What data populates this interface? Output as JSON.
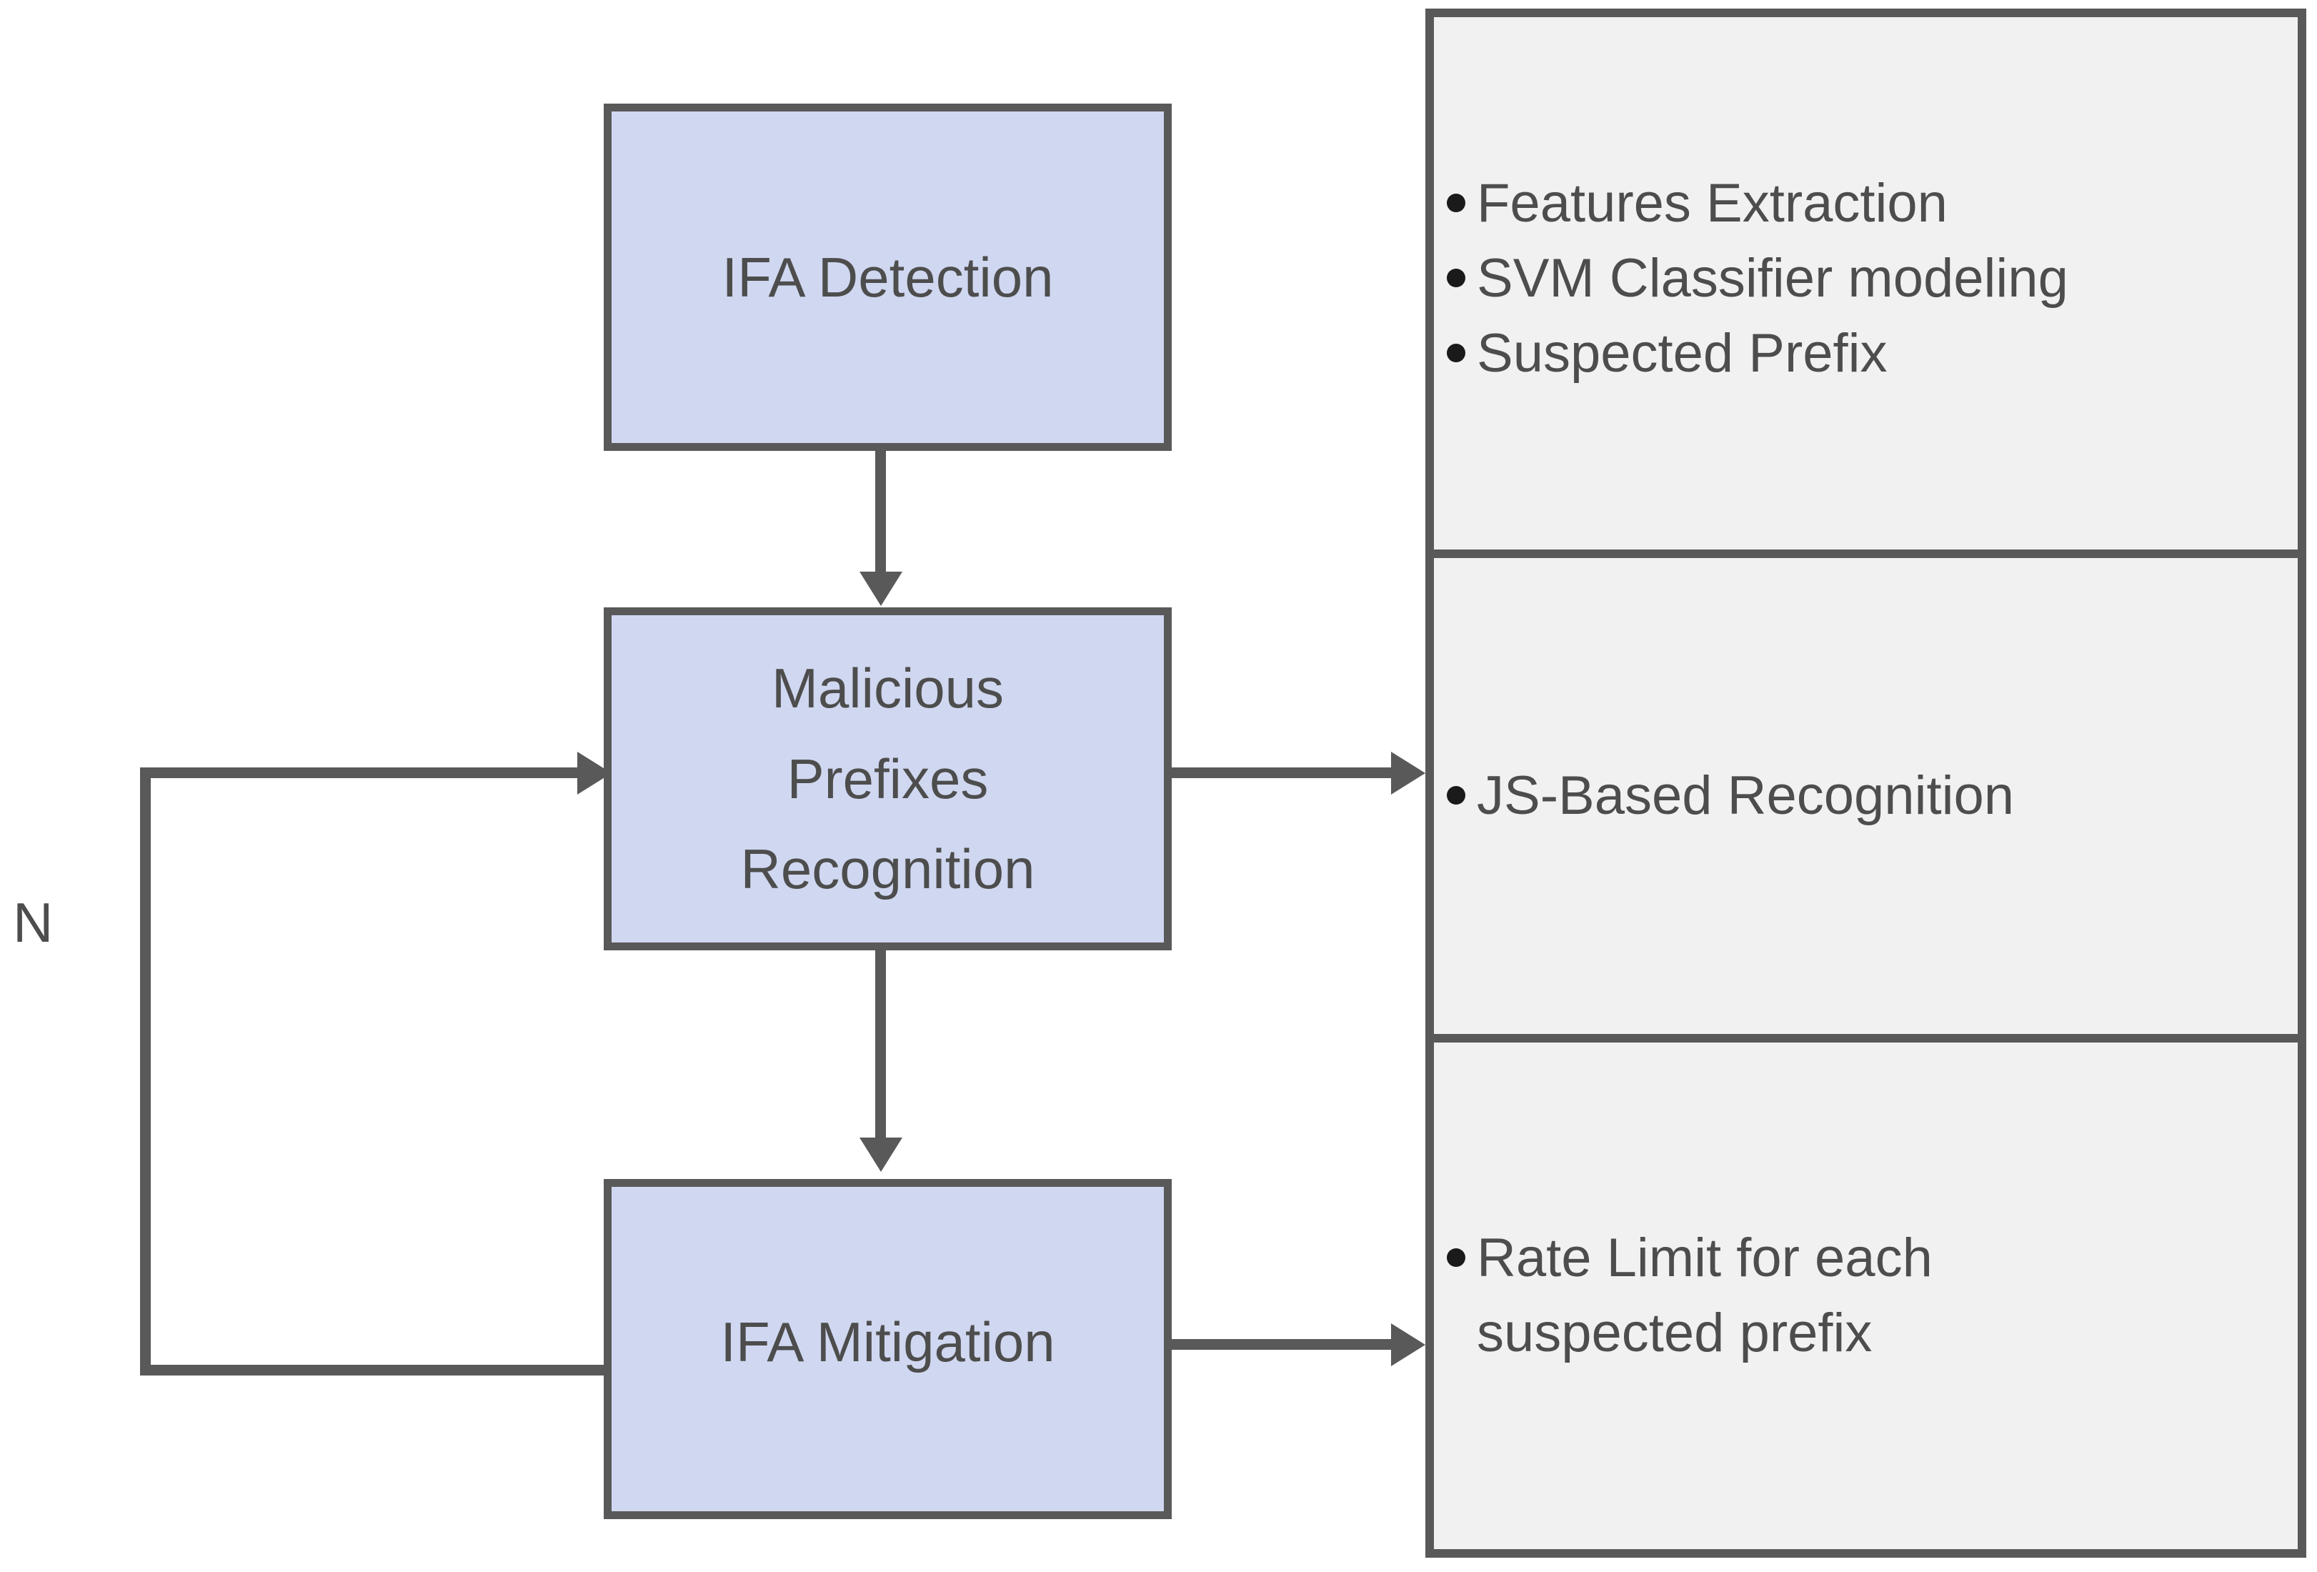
{
  "diagram": {
    "stages": [
      {
        "id": "detection",
        "label": "IFA Detection"
      },
      {
        "id": "recognition",
        "label": "Malicious\nPrefixes\nRecognition"
      },
      {
        "id": "mitigation",
        "label": "IFA Mitigation"
      }
    ],
    "details": [
      {
        "id": "detection-details",
        "bullets": [
          "Features Extraction",
          "SVM Classifier modeling",
          "Suspected Prefix"
        ]
      },
      {
        "id": "recognition-details",
        "bullets": [
          "JS-Based Recognition"
        ]
      },
      {
        "id": "mitigation-details",
        "bullets": [
          "Rate Limit for each suspected prefix"
        ]
      }
    ],
    "feedback_loop_label": "N",
    "colors": {
      "box_fill": "#d0d7f0",
      "stroke": "#595959",
      "panel_fill": "#f1f1f1",
      "text": "#4d4d4d",
      "bullet": "#1a1a1a"
    }
  }
}
